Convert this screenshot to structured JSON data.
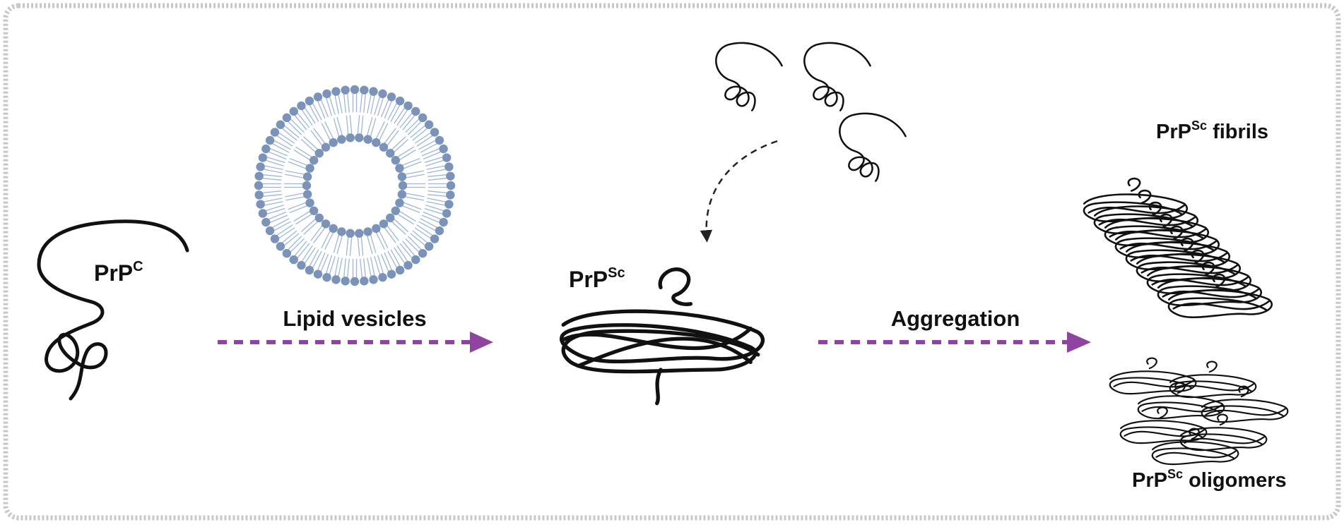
{
  "labels": {
    "prpc": {
      "base": "PrP",
      "sup": "C"
    },
    "lipid_vesicles": "Lipid vesicles",
    "prpsc": {
      "base": "PrP",
      "sup": "Sc"
    },
    "aggregation": "Aggregation",
    "fibrils": {
      "base": "PrP",
      "sup": "Sc",
      "rest": " fibrils"
    },
    "oligomers": {
      "base": "PrP",
      "sup": "Sc",
      "rest": " oligomers"
    }
  },
  "colors": {
    "frame": "#c8c8c8",
    "arrow": "#8e44a0",
    "lipid_head": "#7b93b8",
    "lipid_tail": "#9fb6d8",
    "protein": "#111111",
    "dashed_arrow": "#222222"
  }
}
